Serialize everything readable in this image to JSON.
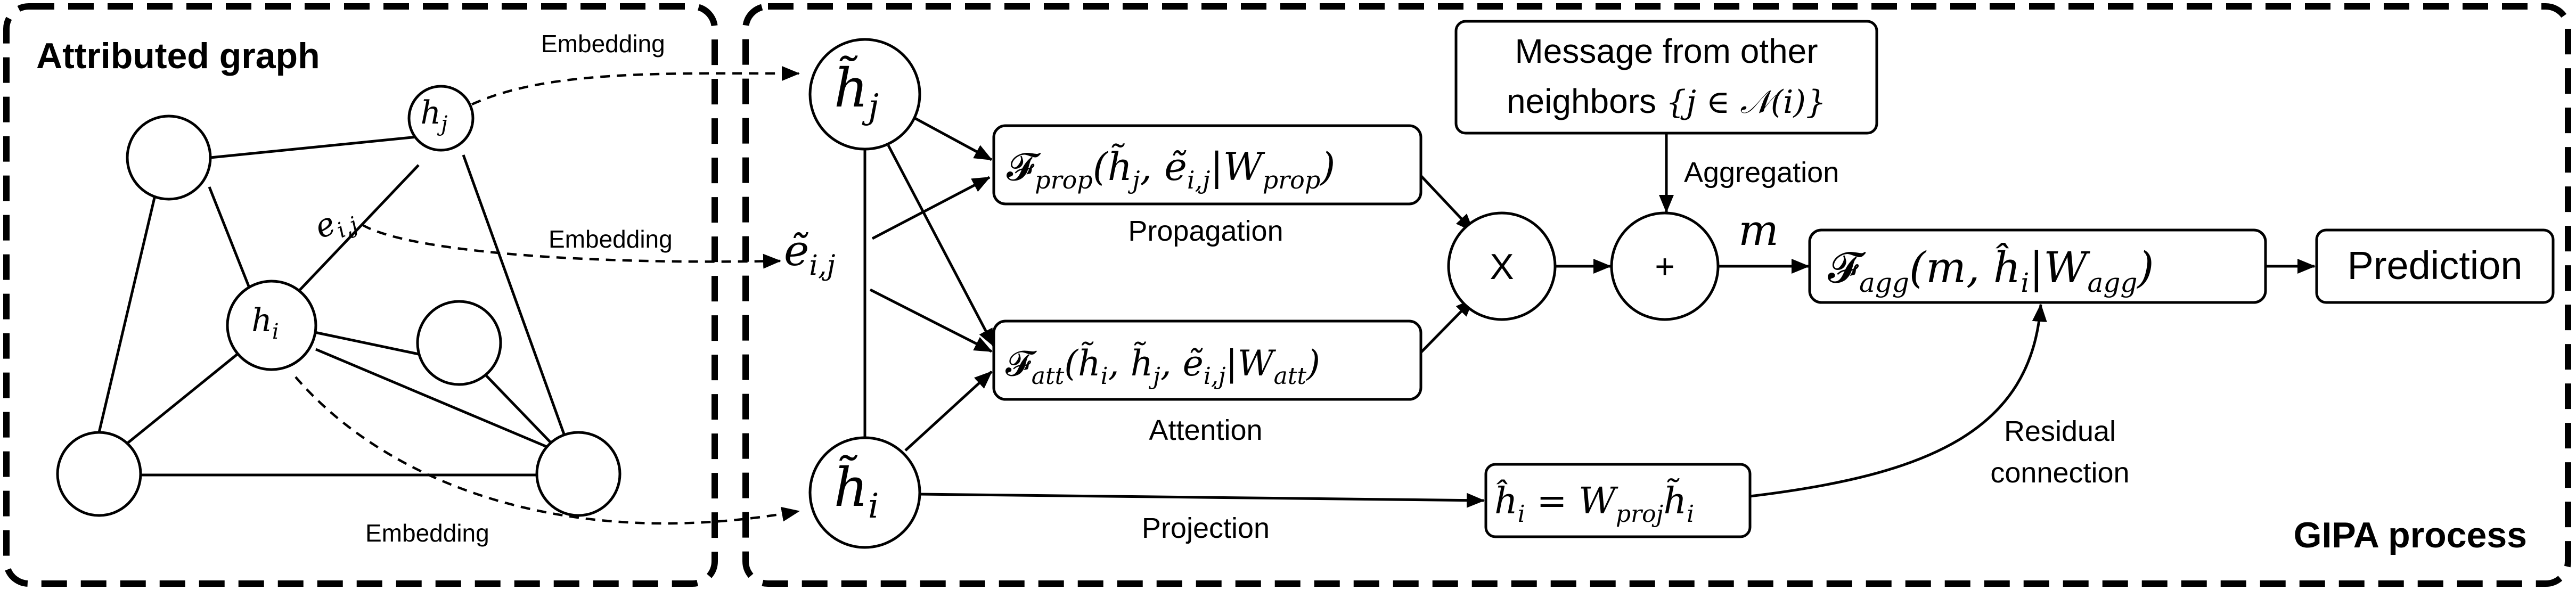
{
  "left_panel": {
    "title": "Attributed graph",
    "embedding_label_top": "Embedding",
    "embedding_label_mid": "Embedding",
    "embedding_label_bottom": "Embedding",
    "node_hj": {
      "base": "h",
      "sub": "j"
    },
    "node_hi": {
      "base": "h",
      "sub": "i"
    },
    "edge_eij": {
      "base": "e",
      "sub": "i,j"
    }
  },
  "right_panel": {
    "title": "GIPA process",
    "node_hj_tilde": {
      "base": "h̃",
      "sub": "j"
    },
    "node_hi_tilde": {
      "base": "h̃",
      "sub": "i"
    },
    "edge_eij_tilde": {
      "base": "ẽ",
      "sub": "i,j"
    },
    "f_prop": {
      "F": "𝓕",
      "sub": "prop",
      "args_a": "(h̃",
      "args_a_sub": "j",
      "args_b": ", ẽ",
      "args_b_sub": "i,j",
      "args_c": "|W",
      "args_c_sub": "prop",
      "close": ")"
    },
    "f_att": {
      "F": "𝓕",
      "sub": "att",
      "args_a": "(h̃",
      "args_a_sub": "i",
      "args_b": ", h̃",
      "args_b_sub": "j",
      "args_c": ", ẽ",
      "args_c_sub": "i,j",
      "args_d": "|W",
      "args_d_sub": "att",
      "close": ")"
    },
    "f_agg": {
      "F": "𝓕",
      "sub": "agg",
      "args_a": "(m, ĥ",
      "args_a_sub": "i",
      "args_b": "|W",
      "args_b_sub": "agg",
      "close": ")"
    },
    "proj_box": {
      "lhs": "ĥ",
      "lhs_sub": "i",
      "eq": " = W",
      "w_sub": "proj",
      "rhs": "h̃",
      "rhs_sub": "i"
    },
    "propagation_label": "Propagation",
    "attention_label": "Attention",
    "projection_label": "Projection",
    "aggregation_label": "Aggregation",
    "residual_label_1": "Residual",
    "residual_label_2": "connection",
    "multiply_symbol": "X",
    "plus_symbol": "+",
    "m_label": "m",
    "message_line_1": "Message from other",
    "message_line_2_text": "neighbors",
    "message_line_2_math": "{j ∈ 𝒩(i)}",
    "prediction_label": "Prediction"
  }
}
